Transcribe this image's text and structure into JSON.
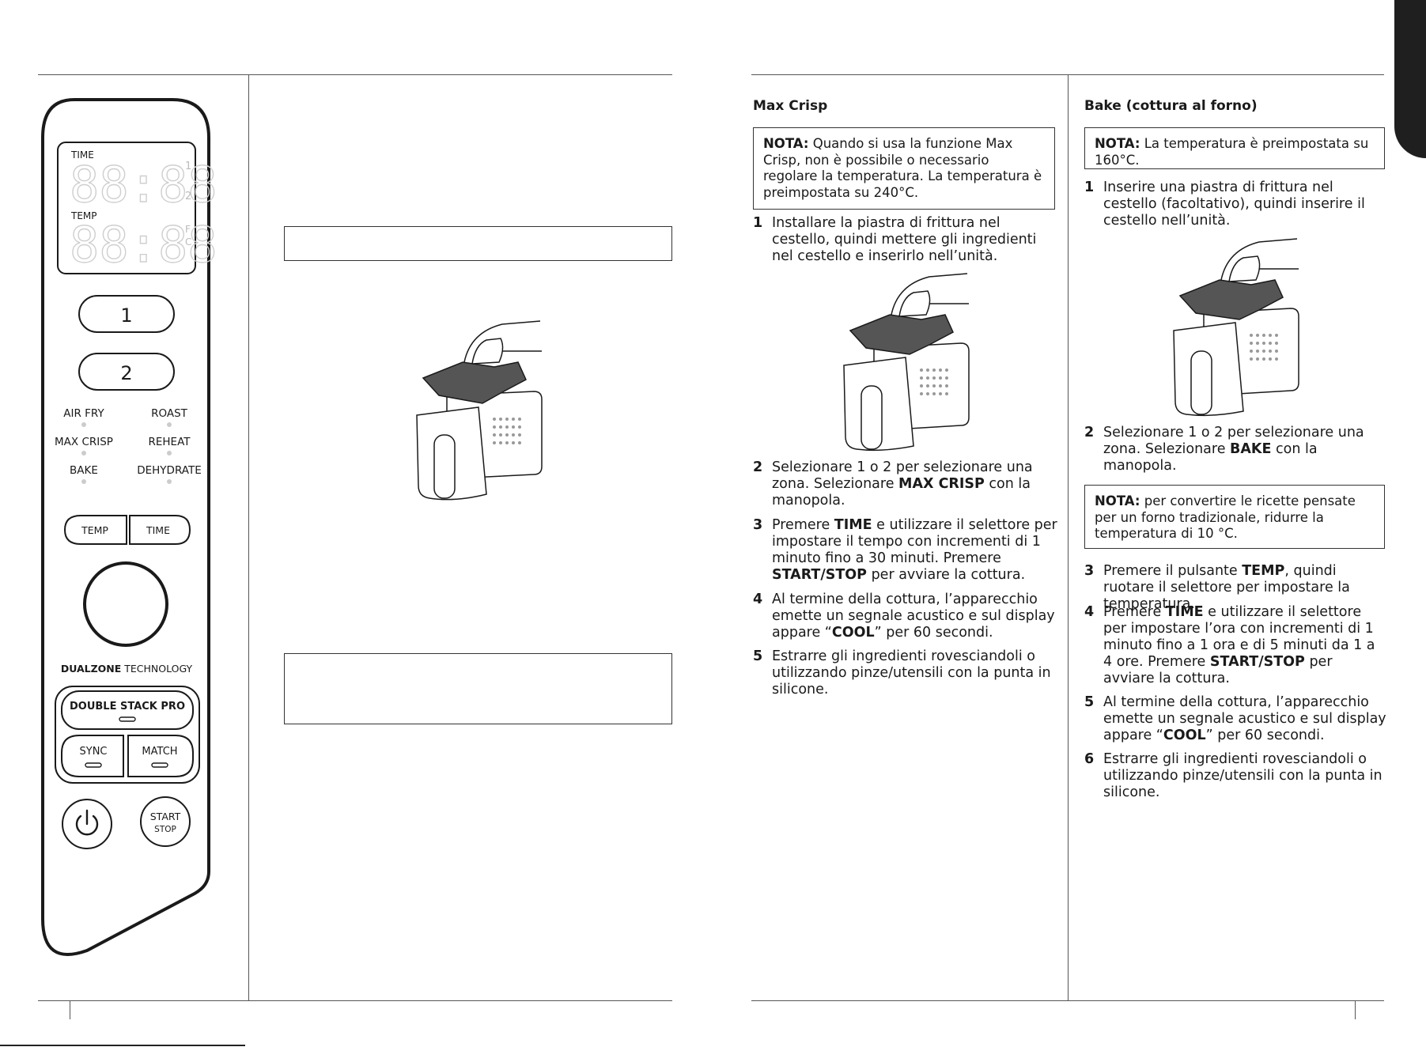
{
  "panel": {
    "time_label": "TIME",
    "temp_label": "TEMP",
    "zone_1": "1",
    "zone_2": "2",
    "unit_f": "F",
    "unit_c": "C",
    "digit_1": "1",
    "digit_2": "2",
    "functions": {
      "air_fry": "AIR FRY",
      "roast": "ROAST",
      "max_crisp": "MAX CRISP",
      "reheat": "REHEAT",
      "bake": "BAKE",
      "dehydrate": "DEHYDRATE"
    },
    "temp_button": "TEMP",
    "time_button": "TIME",
    "dualzone_bold": "DUALZONE",
    "dualzone_rest": " TECHNOLOGY",
    "double_stack": "DOUBLE STACK PRO",
    "sync": "SYNC",
    "match": "MATCH",
    "start": "START",
    "stop": "STOP"
  },
  "max_crisp": {
    "title": "Max Crisp",
    "note_label": "NOTA:",
    "note_text": " Quando si usa la funzione Max Crisp, non è possibile o necessario regolare la temperatura. La temperatura è preimpostata su 240°C.",
    "steps": [
      {
        "n": "1",
        "parts": [
          {
            "t": "Installare la piastra di frittura nel cestello, quindi mettere gli ingredienti nel cestello e inserirlo nell’unità."
          }
        ]
      },
      {
        "n": "2",
        "parts": [
          {
            "t": "Selezionare 1 o 2 per selezionare una zona. Selezionare "
          },
          {
            "t": "MAX CRISP",
            "b": true
          },
          {
            "t": " con la manopola."
          }
        ]
      },
      {
        "n": "3",
        "parts": [
          {
            "t": "Premere "
          },
          {
            "t": "TIME",
            "b": true
          },
          {
            "t": " e utilizzare il selettore per impostare il tempo con incrementi di 1 minuto fino a 30 minuti. Premere "
          },
          {
            "t": "START/STOP",
            "b": true
          },
          {
            "t": " per avviare la cottura."
          }
        ]
      },
      {
        "n": "4",
        "parts": [
          {
            "t": "Al termine della cottura, l’apparecchio emette un segnale acustico e sul display appare “"
          },
          {
            "t": "COOL",
            "b": true
          },
          {
            "t": "” per 60 secondi."
          }
        ]
      },
      {
        "n": "5",
        "parts": [
          {
            "t": "Estrarre gli ingredienti rovesciandoli o utilizzando pinze/utensili con la punta in silicone."
          }
        ]
      }
    ]
  },
  "bake": {
    "title": "Bake (cottura al forno)",
    "note_label": "NOTA:",
    "note_text": " La temperatura è preimpostata su 160°C.",
    "note2_label": "NOTA:",
    "note2_text": " per convertire le ricette pensate per un forno tradizionale, ridurre la temperatura di 10 °C.",
    "steps": [
      {
        "n": "1",
        "parts": [
          {
            "t": "Inserire una piastra di frittura nel cestello (facoltativo), quindi inserire il cestello nell’unità."
          }
        ]
      },
      {
        "n": "2",
        "parts": [
          {
            "t": "Selezionare 1 o 2 per selezionare una zona. Selezionare "
          },
          {
            "t": "BAKE",
            "b": true
          },
          {
            "t": " con la manopola."
          }
        ]
      },
      {
        "n": "3",
        "parts": [
          {
            "t": "Premere il pulsante "
          },
          {
            "t": "TEMP",
            "b": true
          },
          {
            "t": ", quindi ruotare il selettore per impostare la temperatura."
          }
        ]
      },
      {
        "n": "4",
        "parts": [
          {
            "t": "Premere "
          },
          {
            "t": "TIME",
            "b": true
          },
          {
            "t": " e utilizzare il selettore per impostare l’ora con incrementi di 1 minuto fino a 1 ora e di 5 minuti da 1 a 4 ore. Premere "
          },
          {
            "t": "START/STOP",
            "b": true
          },
          {
            "t": " per avviare la cottura."
          }
        ]
      },
      {
        "n": "5",
        "parts": [
          {
            "t": "Al termine della cottura, l’apparecchio emette un segnale acustico e sul display appare “"
          },
          {
            "t": "COOL",
            "b": true
          },
          {
            "t": "” per 60 secondi."
          }
        ]
      },
      {
        "n": "6",
        "parts": [
          {
            "t": "Estrarre gli ingredienti rovesciandoli o utilizzando pinze/utensili con la punta in silicone."
          }
        ]
      }
    ]
  }
}
